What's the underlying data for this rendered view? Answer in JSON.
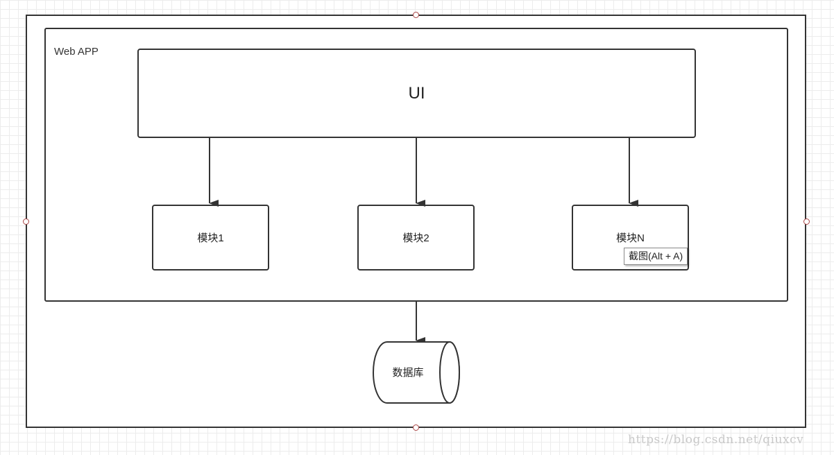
{
  "container_label": "Web APP",
  "ui_label": "UI",
  "modules": [
    {
      "label": "模块1"
    },
    {
      "label": "模块2"
    },
    {
      "label": "模块N"
    }
  ],
  "database_label": "数据库",
  "tooltip": "截图(Alt + A)",
  "watermark": "https://blog.csdn.net/qiuxcv",
  "colors": {
    "stroke": "#333333",
    "grid": "#ececec",
    "handle": "#aa4444"
  }
}
